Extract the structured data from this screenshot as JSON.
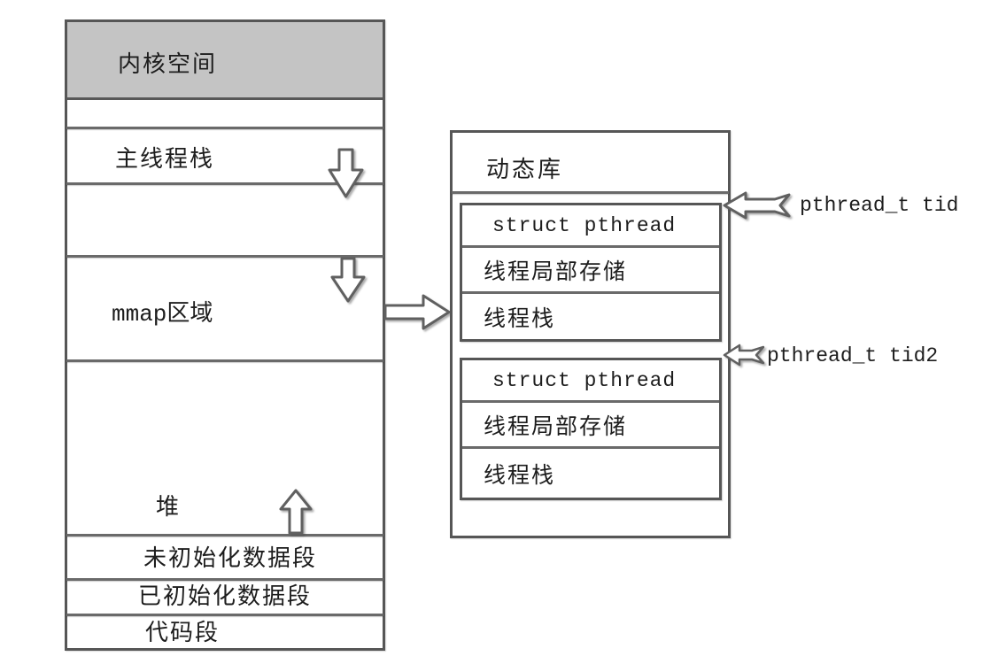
{
  "diagram": {
    "process": {
      "kernel_space": "内核空间",
      "main_thread_stack": "主线程栈",
      "mmap_region": "mmap区域",
      "heap": "堆",
      "uninitialized_data_segment": "未初始化数据段",
      "initialized_data_segment": "已初始化数据段",
      "code_segment": "代码段"
    },
    "library": {
      "title": "动态库",
      "thread_blocks": [
        {
          "struct": "struct pthread",
          "tls": "线程局部存储",
          "stack": "线程栈",
          "pointer_label": "pthread_t tid"
        },
        {
          "struct": "struct pthread",
          "tls": "线程局部存储",
          "stack": "线程栈",
          "pointer_label": "pthread_t tid2"
        }
      ]
    },
    "icons": {
      "down_arrow": "hollow block arrow pointing down",
      "up_arrow": "hollow block arrow pointing up",
      "right_arrow": "hollow block arrow pointing right",
      "left_arrow": "hollow block arrow pointing left"
    },
    "colors": {
      "background": "#ffffff",
      "kernel_fill": "#c4c4c4",
      "line": "#5f5f5f",
      "text": "#1d1d1d"
    }
  }
}
